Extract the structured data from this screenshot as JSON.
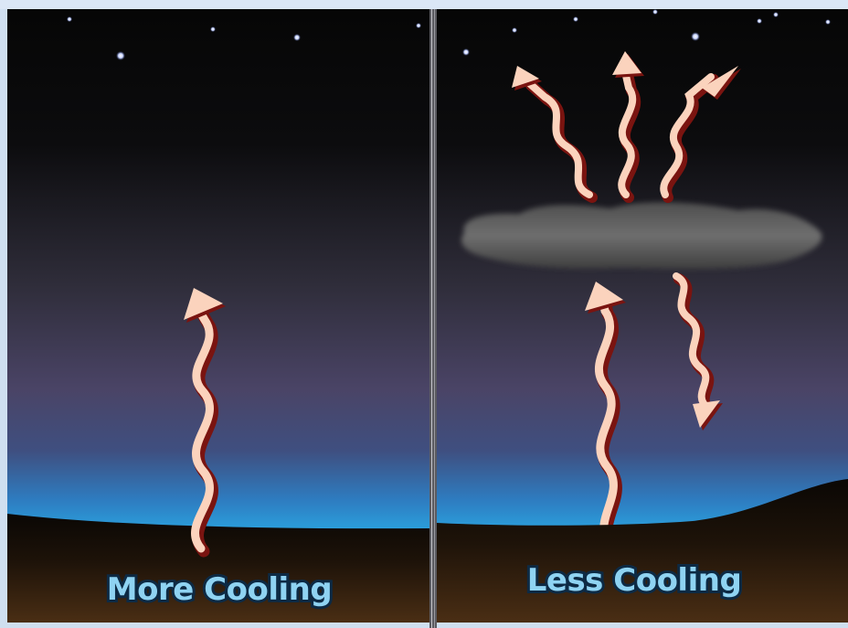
{
  "panels": [
    {
      "id": "clear-sky",
      "caption": "More Cooling",
      "cloud": false
    },
    {
      "id": "cloudy-sky",
      "caption": "Less Cooling",
      "cloud": true
    }
  ],
  "colors": {
    "sky_top": "#060606",
    "sky_mid": "#4a4466",
    "horizon": "#2aa0dc",
    "ground": "#3a2410",
    "arrow_fill": "#fbd3bd",
    "arrow_edge": "#7a1410",
    "caption_fill": "#8fd3f2",
    "cloud": "#6a6a6a"
  },
  "icons": [
    "star-icon",
    "heat-radiation-arrow-icon",
    "cloud-icon"
  ]
}
